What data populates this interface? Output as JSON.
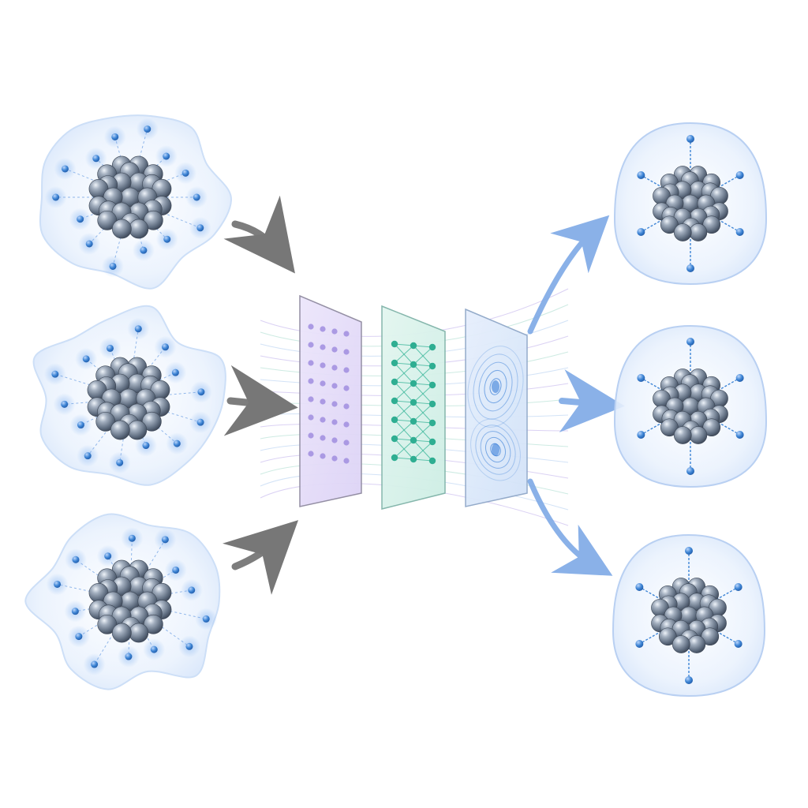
{
  "diagram": {
    "inputs": [
      {
        "id": "input-cluster-1",
        "halo": "irregular",
        "satellites": 14
      },
      {
        "id": "input-cluster-2",
        "halo": "irregular",
        "satellites": 14
      },
      {
        "id": "input-cluster-3",
        "halo": "irregular",
        "satellites": 14
      }
    ],
    "panels": [
      {
        "id": "feature-grid-panel",
        "kind": "dot-grid",
        "tint": "#b9a6e8",
        "dot_color": "#a08ddf"
      },
      {
        "id": "neural-network-panel",
        "kind": "network",
        "tint": "#8fd8c4",
        "dot_color": "#2fae92"
      },
      {
        "id": "density-contour-panel",
        "kind": "contour",
        "tint": "#a9c8f0",
        "dot_color": "#3a7fd8"
      }
    ],
    "outputs": [
      {
        "id": "output-cluster-1",
        "halo": "rounded",
        "satellites": 6
      },
      {
        "id": "output-cluster-2",
        "halo": "rounded",
        "satellites": 6
      },
      {
        "id": "output-cluster-3",
        "halo": "rounded",
        "satellites": 6
      }
    ],
    "colors": {
      "atom": "#7f8da0",
      "atom_highlight": "#e6ecf4",
      "satellite": "#3f86d6",
      "halo": "#dce9fb",
      "input_arrow": "#7d7d7d",
      "output_arrow": "#7ea9e6"
    }
  }
}
